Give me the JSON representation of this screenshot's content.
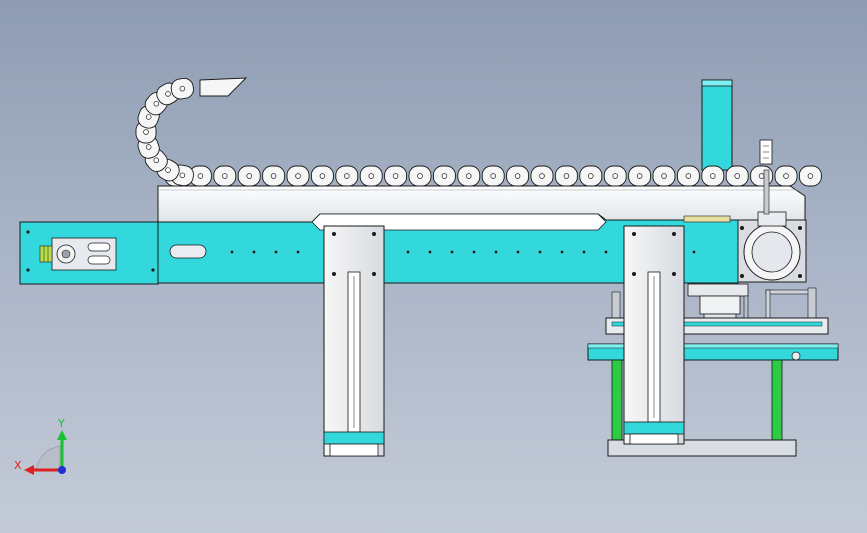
{
  "viewport": {
    "background_top": "#8e9cb2",
    "background_bottom": "#c4cbd8"
  },
  "model": {
    "colors": {
      "beam": "#33d8dc",
      "plate": "#f2f2f2",
      "outline": "#1a1a1a",
      "carriage_base": "#d8dde4",
      "green": "#2ccc44",
      "hole": "#e9edf2"
    },
    "chain_links": 27
  },
  "triad": {
    "x_label": "X",
    "y_label": "Y",
    "x_color": "#e02020",
    "y_color": "#19c133",
    "origin_color": "#1f2fd0"
  }
}
